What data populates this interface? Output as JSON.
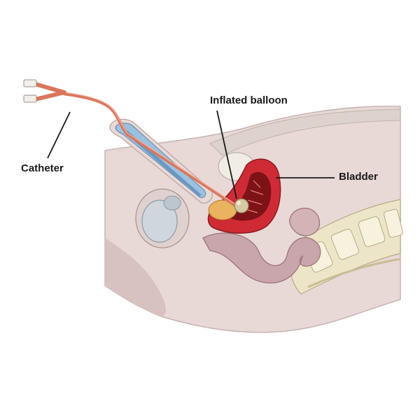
{
  "labels": {
    "catheter": "Catheter",
    "inflated_balloon": "Inflated balloon",
    "bladder": "Bladder"
  },
  "colors": {
    "background": "#ffffff",
    "skin": "#e8d9d6",
    "skin_shadow": "#d7c2bf",
    "catheter": "#d9765c",
    "bladder_tissue": "#cf2b34",
    "penile_tissue": "#9cc1df",
    "spine_bone": "#ece5c8",
    "intestine": "#c9a6ab",
    "balloon": "#d6c8a2"
  }
}
